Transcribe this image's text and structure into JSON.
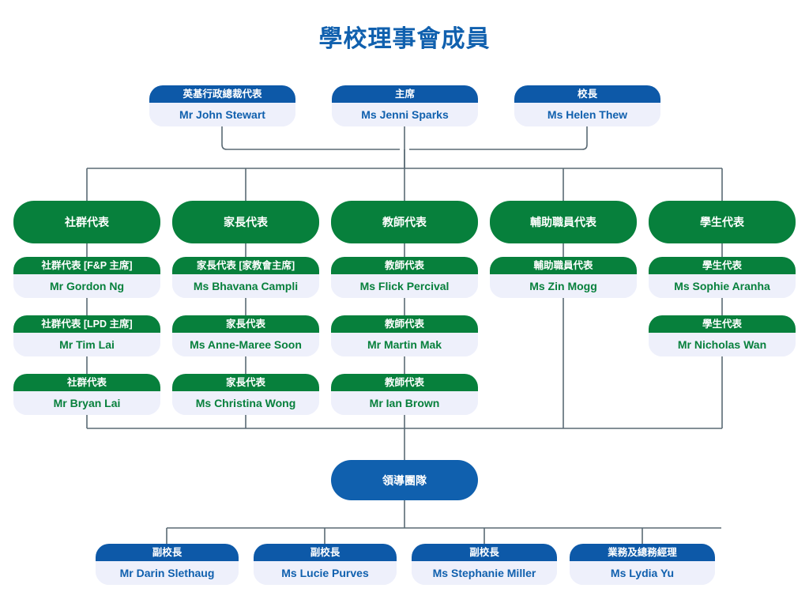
{
  "title": "學校理事會成員",
  "colors": {
    "blue_header": "#0d59a8",
    "blue_text": "#1060ae",
    "green": "#07803c",
    "card_body": "#eef0fb",
    "connector": "#5a6a74",
    "background": "#ffffff"
  },
  "executive_row": [
    {
      "role": "英基行政總裁代表",
      "name": "Mr John Stewart"
    },
    {
      "role": "主席",
      "name": "Ms Jenni Sparks"
    },
    {
      "role": "校長",
      "name": "Ms Helen Thew"
    }
  ],
  "categories": [
    {
      "label": "社群代表"
    },
    {
      "label": "家長代表"
    },
    {
      "label": "教師代表"
    },
    {
      "label": "輔助職員代表"
    },
    {
      "label": "學生代表"
    }
  ],
  "members": [
    {
      "role": "社群代表 [F&P 主席]",
      "name": "Mr Gordon Ng"
    },
    {
      "role": "家長代表 [家教會主席]",
      "name": "Ms Bhavana Campli"
    },
    {
      "role": "教師代表",
      "name": "Ms Flick Percival"
    },
    {
      "role": "輔助職員代表",
      "name": "Ms Zin Mogg"
    },
    {
      "role": "學生代表",
      "name": "Ms Sophie Aranha"
    },
    {
      "role": "社群代表 [LPD 主席]",
      "name": "Mr Tim Lai"
    },
    {
      "role": "家長代表",
      "name": "Ms Anne-Maree Soon"
    },
    {
      "role": "教師代表",
      "name": "Mr Martin Mak"
    },
    {
      "role": "學生代表",
      "name": "Mr Nicholas Wan"
    },
    {
      "role": "社群代表",
      "name": "Mr Bryan Lai"
    },
    {
      "role": "家長代表",
      "name": "Ms Christina Wong"
    },
    {
      "role": "教師代表",
      "name": "Mr Ian Brown"
    }
  ],
  "leadership": {
    "label": "領導團隊"
  },
  "leadership_team": [
    {
      "role": "副校長",
      "name": "Mr Darin Slethaug"
    },
    {
      "role": "副校長",
      "name": "Ms Lucie Purves"
    },
    {
      "role": "副校長",
      "name": "Ms Stephanie Miller"
    },
    {
      "role": "業務及總務經理",
      "name": "Ms Lydia Yu"
    }
  ]
}
